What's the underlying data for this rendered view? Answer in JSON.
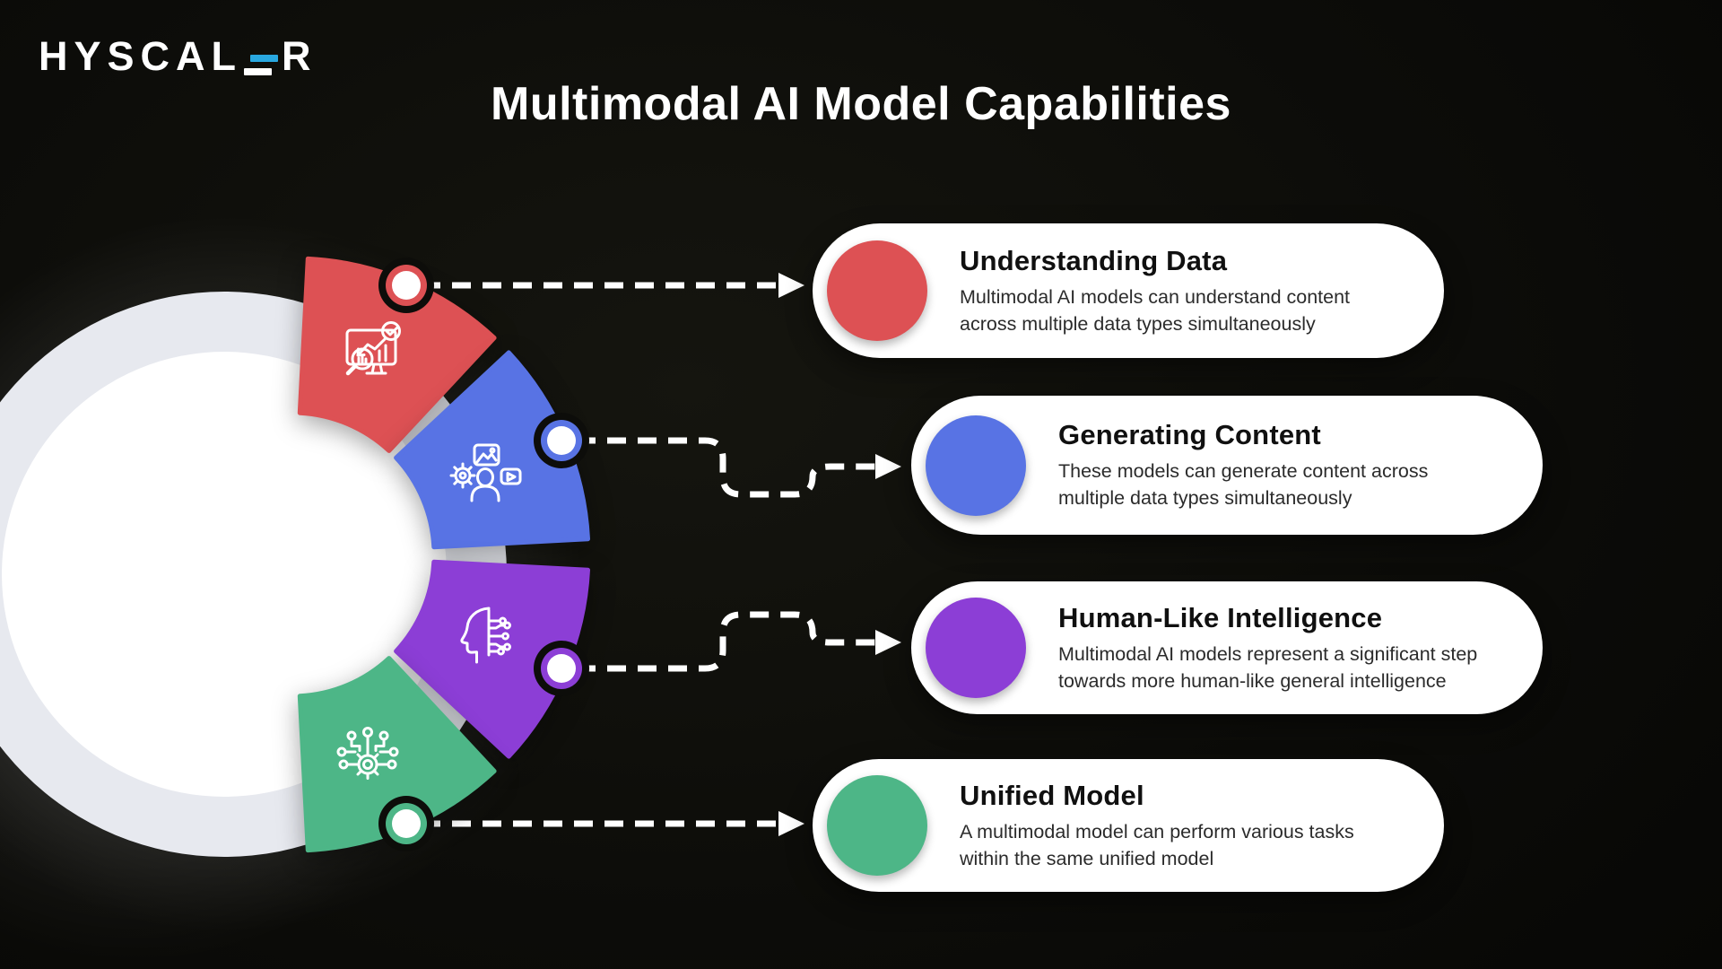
{
  "logo": {
    "prefix": "HYSCAL",
    "suffix": "R"
  },
  "page": {
    "title": "Multimodal AI Model Capabilities"
  },
  "cards": [
    {
      "title": "Understanding Data",
      "description": "Multimodal AI models can understand content across multiple data types simultaneously",
      "color": "#dd5154",
      "icon": "data-analysis-icon"
    },
    {
      "title": "Generating Content",
      "description": "These models can generate content across multiple data types simultaneously",
      "color": "#5873e4",
      "icon": "content-generation-icon"
    },
    {
      "title": "Human-Like Intelligence",
      "description": "Multimodal AI models represent a significant step towards more human-like general intelligence",
      "color": "#8c3ed6",
      "icon": "ai-head-icon"
    },
    {
      "title": "Unified Model",
      "description": "A multimodal model can perform various tasks within the same unified model",
      "color": "#4db687",
      "icon": "network-icon"
    }
  ],
  "palette": {
    "background": "#0d0d0a",
    "card_bg": "#ffffff",
    "ring": "#e7e9ef",
    "disc": "#ffffff",
    "connector": "#ffffff",
    "red": "#dd5154",
    "blue": "#5873e4",
    "purple": "#8c3ed6",
    "green": "#4db687",
    "logo_accent": "#29a8e0"
  }
}
